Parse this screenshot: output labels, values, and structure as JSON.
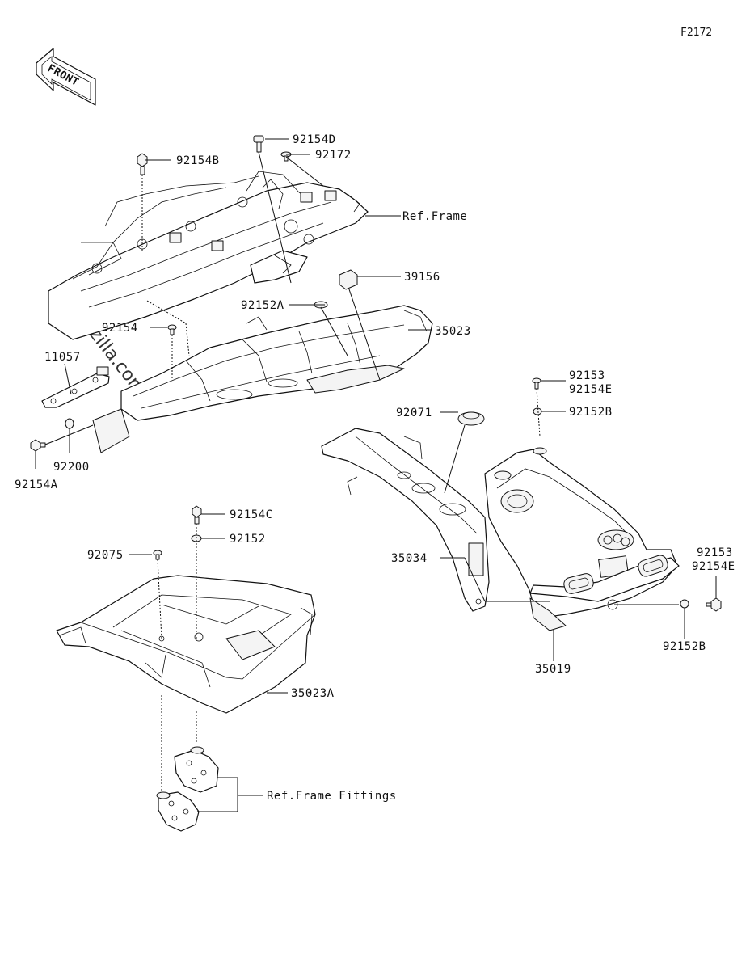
{
  "figure_code": "F2172",
  "front_label": "FRONT",
  "watermark": "©Partzilla.com",
  "parts": {
    "p92154D": "92154D",
    "p92172": "92172",
    "p92154B": "92154B",
    "ref_frame": "Ref.Frame",
    "p39156": "39156",
    "p92152A": "92152A",
    "p35023": "35023",
    "p92154": "92154",
    "p11057": "11057",
    "p92153_a": "92153",
    "p92154E_a": "92154E",
    "p92071": "92071",
    "p92152B_a": "92152B",
    "p92200": "92200",
    "p92154A": "92154A",
    "p92154C": "92154C",
    "p92152": "92152",
    "p92075": "92075",
    "p35034": "35034",
    "p92153_b": "92153",
    "p92154E_b": "92154E",
    "p92152B_b": "92152B",
    "p35019": "35019",
    "p35023A": "35023A",
    "ref_frame_fittings": "Ref.Frame Fittings"
  }
}
